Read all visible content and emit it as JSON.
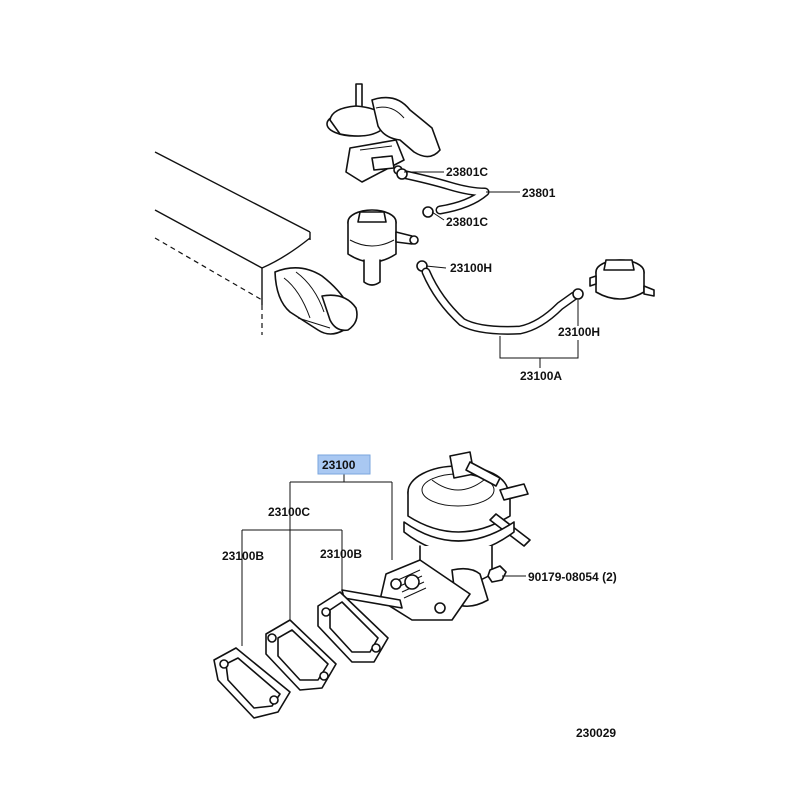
{
  "callouts": {
    "c23801c_top": "23801C",
    "c23801": "23801",
    "c23801c_bottom": "23801C",
    "c23100h_left": "23100H",
    "c23100h_right": "23100H",
    "c23100a": "23100A",
    "c23100": "23100",
    "c23100c": "23100C",
    "c23100b_left": "23100B",
    "c23100b_right": "23100B",
    "c90179": "90179-08054 (2)",
    "figure_number": "230029"
  },
  "colors": {
    "highlight": "#a9c8f2",
    "ink": "#111111"
  }
}
